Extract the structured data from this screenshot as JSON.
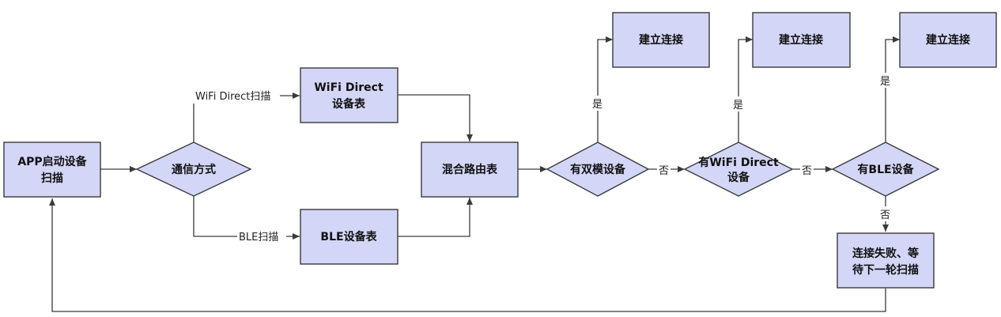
{
  "nodes": {
    "start": [
      "APP启动设备",
      "扫描"
    ],
    "comm": [
      "通信方式"
    ],
    "wifi_table": [
      "WiFi Direct",
      "设备表"
    ],
    "ble_table": [
      "BLE设备表"
    ],
    "mixed": [
      "混合路由表"
    ],
    "dual": [
      "有双模设备"
    ],
    "wifi_check": [
      "有WiFi Direct",
      "设备"
    ],
    "ble_check": [
      "有BLE设备"
    ],
    "conn1": [
      "建立连接"
    ],
    "conn2": [
      "建立连接"
    ],
    "conn3": [
      "建立连接"
    ],
    "fail": [
      "连接失败、等",
      "待下一轮扫描"
    ]
  },
  "edge_labels": {
    "wifi_scan": "WiFi Direct扫描",
    "ble_scan": "BLE扫描",
    "yes1": "是",
    "yes2": "是",
    "yes3": "是",
    "no1": "否",
    "no2": "否",
    "no3": "否"
  }
}
